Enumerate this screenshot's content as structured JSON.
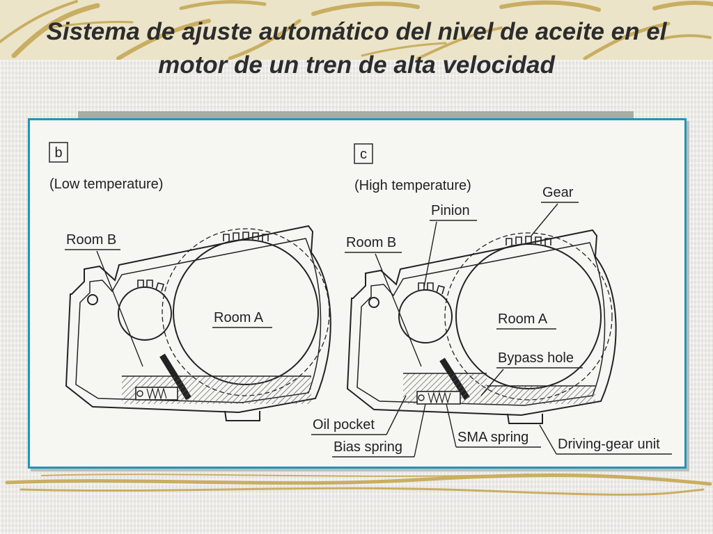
{
  "slide": {
    "title": "Sistema de ajuste automático del nivel de aceite en el motor de un tren de alta velocidad"
  },
  "panel_b": {
    "letter": "b",
    "condition": "(Low temperature)",
    "labels": {
      "room_b": "Room B",
      "room_a": "Room A"
    }
  },
  "panel_c": {
    "letter": "c",
    "condition": "(High temperature)",
    "labels": {
      "gear": "Gear",
      "pinion": "Pinion",
      "room_b": "Room B",
      "room_a": "Room A",
      "bypass_hole": "Bypass hole",
      "oil_pocket": "Oil pocket",
      "bias_spring": "Bias spring",
      "sma_spring": "SMA spring",
      "driving_gear_unit": "Driving-gear unit"
    }
  },
  "colors": {
    "frame_border": "#1f96b6",
    "title_text": "#2c2c2c",
    "band_gold": "#c9ae62"
  }
}
